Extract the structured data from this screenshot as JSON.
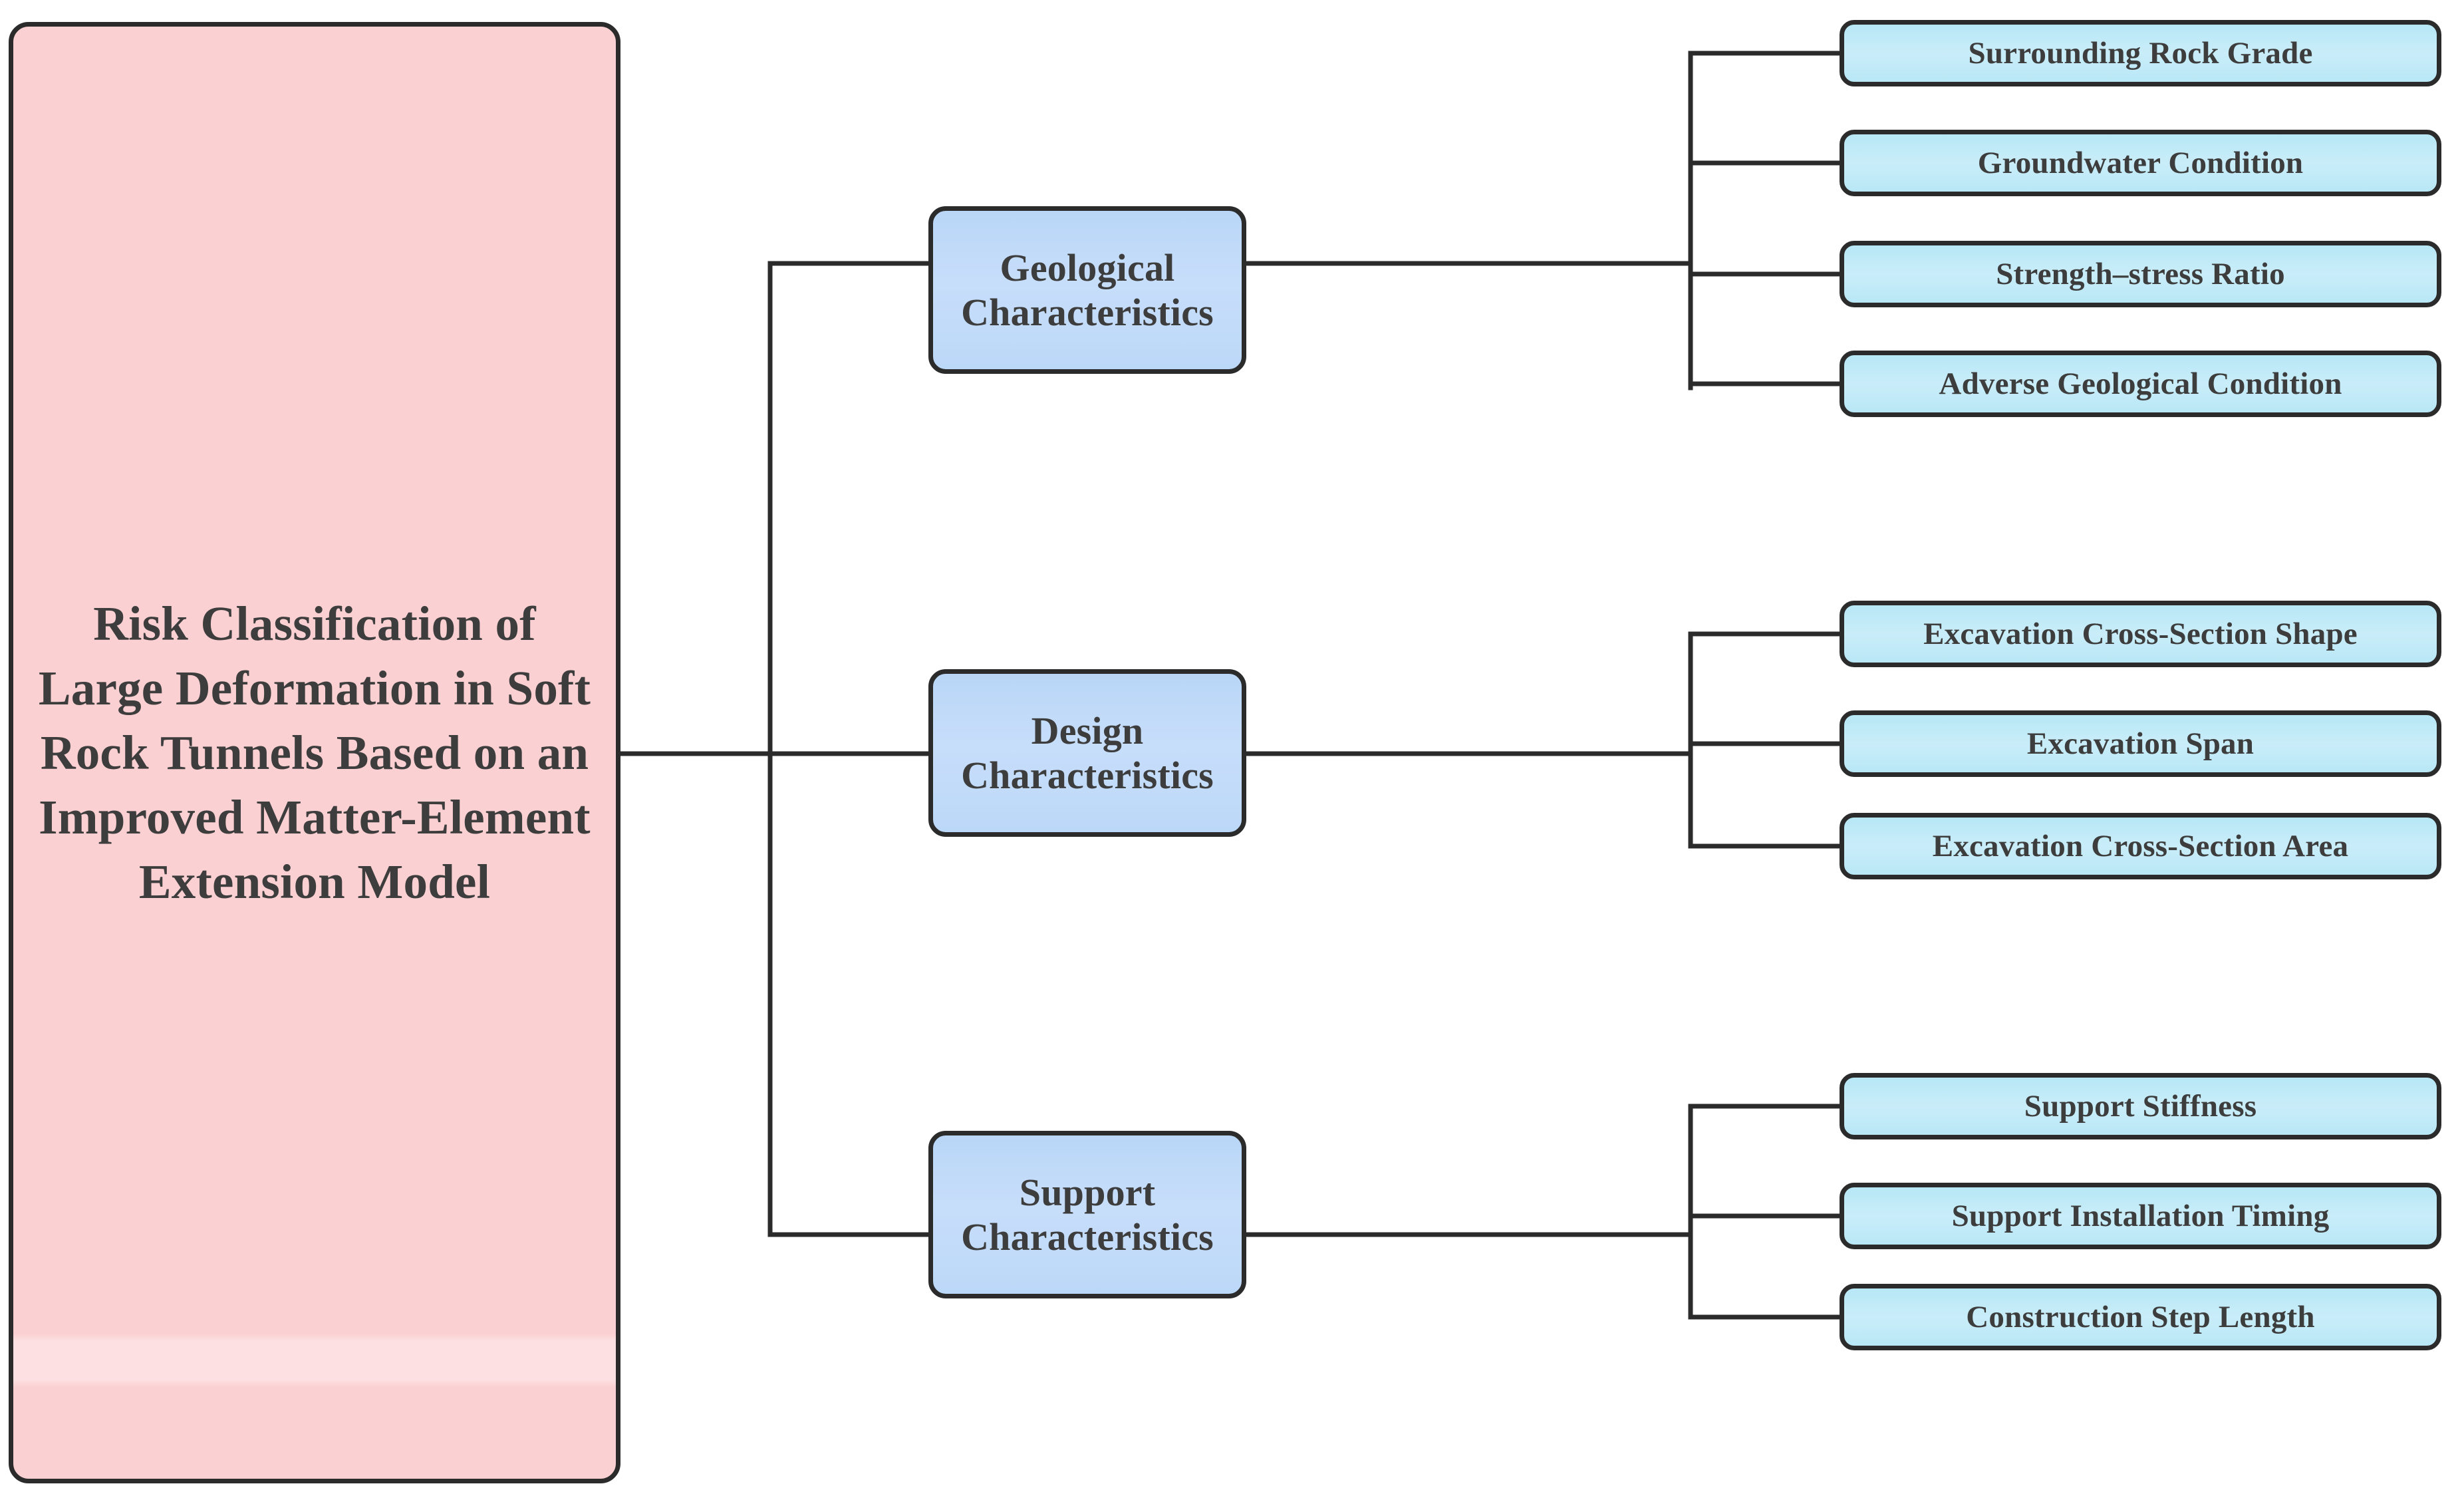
{
  "diagram": {
    "type": "hierarchy-tree",
    "root": {
      "label": "Risk Classification of Large Deformation in Soft Rock Tunnels Based on an Improved Matter-Element Extension Model",
      "fill": "#fbd0d2",
      "border": "#2b2b2b"
    },
    "categories": [
      {
        "label": "Geological Characteristics",
        "fill": "#c0daf9",
        "children": [
          {
            "label": "Surrounding Rock Grade"
          },
          {
            "label": "Groundwater Condition"
          },
          {
            "label": "Strength–stress Ratio"
          },
          {
            "label": "Adverse Geological Condition"
          }
        ]
      },
      {
        "label": "Design Characteristics",
        "fill": "#c0daf9",
        "children": [
          {
            "label": "Excavation Cross-Section Shape"
          },
          {
            "label": "Excavation Span"
          },
          {
            "label": "Excavation Cross-Section Area"
          }
        ]
      },
      {
        "label": "Support Characteristics",
        "fill": "#c0daf9",
        "children": [
          {
            "label": "Support Stiffness"
          },
          {
            "label": "Support Installation Timing"
          },
          {
            "label": "Construction Step Length"
          }
        ]
      }
    ],
    "colors": {
      "root_fill": "#fbd0d2",
      "root_band": "#fde0e1",
      "category_fill": "#c0daf9",
      "leaf_fill": "#c2ecf8",
      "border": "#2b2b2b",
      "text": "#3d3d3d",
      "connector": "#2b2b2b",
      "background": "#ffffff"
    }
  }
}
